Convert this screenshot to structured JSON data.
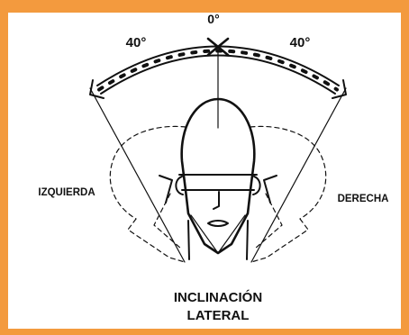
{
  "colors": {
    "frame_border": "#f39a3e",
    "ink": "#111111",
    "background": "#ffffff"
  },
  "angles": {
    "center": "0°",
    "left": "40°",
    "right": "40°"
  },
  "sides": {
    "left": "IZQUIERDA",
    "right": "DERECHA"
  },
  "caption": {
    "line1": "INCLINACIÓN",
    "line2": "LATERAL"
  }
}
